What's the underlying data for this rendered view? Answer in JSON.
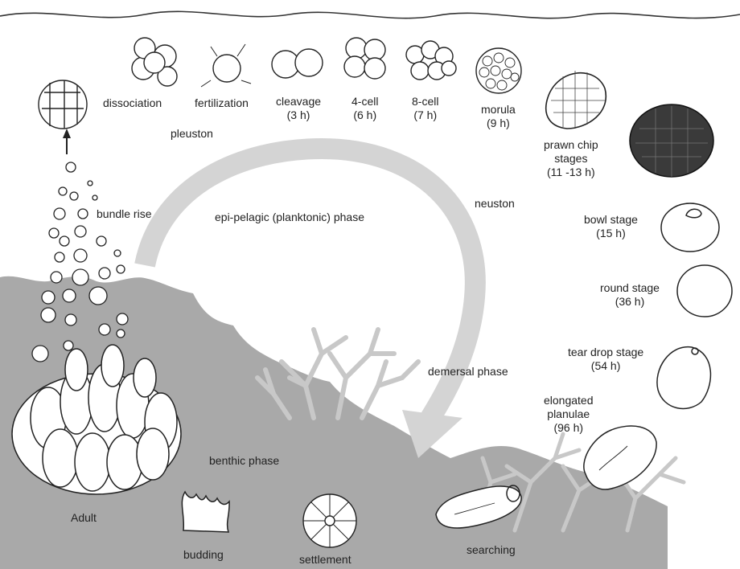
{
  "labels": {
    "dissociation": "dissociation",
    "fertilization": "fertilization",
    "cleavage": "cleavage",
    "cleavage_time": "(3 h)",
    "cell4": "4-cell",
    "cell4_time": "(6 h)",
    "cell8": "8-cell",
    "cell8_time": "(7 h)",
    "morula": "morula",
    "morula_time": "(9 h)",
    "prawn_chip": "prawn chip",
    "prawn_chip_2": "stages",
    "prawn_chip_time": "(11 -13 h)",
    "pleuston": "pleuston",
    "neuston": "neuston",
    "bundle_rise": "bundle rise",
    "epi_pelagic": "epi-pelagic (planktonic) phase",
    "bowl": "bowl stage",
    "bowl_time": "(15 h)",
    "round": "round stage",
    "round_time": "(36 h)",
    "tear_drop": "tear drop stage",
    "tear_drop_time": "(54 h)",
    "demersal": "demersal phase",
    "elongated": "elongated",
    "elongated_2": "planulae",
    "elongated_time": "(96 h)",
    "benthic": "benthic phase",
    "adult": "Adult",
    "budding": "budding",
    "settlement": "settlement",
    "searching": "searching"
  },
  "colors": {
    "reef": "#a9a9a9",
    "arrow": "#d4d4d4",
    "outline": "#222222",
    "branch_coral": "#c8c8c8",
    "dense_embryo": "#3a3a3a"
  }
}
